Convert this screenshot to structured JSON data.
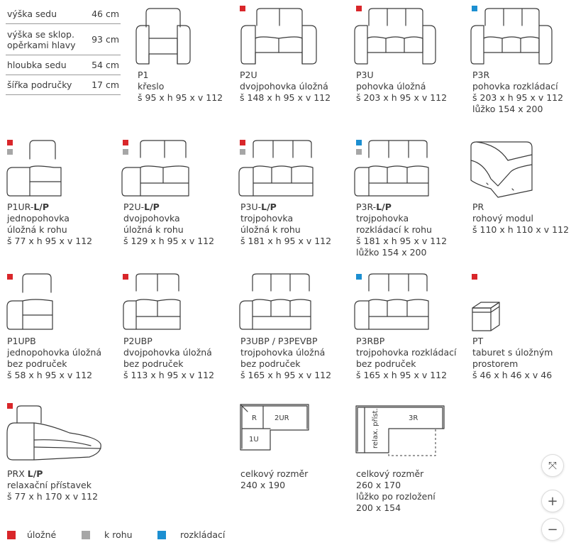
{
  "colors": {
    "uložné": "#d9262a",
    "k_rohu": "#a6a6a6",
    "rozkládací": "#1c8fd1"
  },
  "dimensions": [
    {
      "label": "výška sedu",
      "value": "46 cm"
    },
    {
      "label": "výška se sklop. opěrkami hlavy",
      "value": "93 cm"
    },
    {
      "label": "hloubka sedu",
      "value": "54 cm"
    },
    {
      "label": "šířka područky",
      "value": "17 cm"
    }
  ],
  "items": [
    {
      "code": "P1",
      "line1": "křeslo",
      "line2": "š 95 x h 95 x v 112",
      "line3": "",
      "markers": []
    },
    {
      "code": "P2U",
      "line1": "dvojpohovka úložná",
      "line2": "š 148 x h 95 x v 112",
      "line3": "",
      "markers": [
        "uložné"
      ]
    },
    {
      "code": "P3U",
      "line1": "pohovka úložná",
      "line2": "š 203 x h 95 x v 112",
      "line3": "",
      "markers": [
        "uložné"
      ]
    },
    {
      "code": "P3R",
      "line1": "pohovka rozkládací",
      "line2": "š 203 x h 95 x v 112",
      "line3": "lůžko 154 x 200",
      "markers": [
        "rozkládací"
      ]
    },
    {
      "code": "P1UR-",
      "code_suffix": "L/P",
      "line1": "jednopohovka",
      "line2": "úložná k rohu",
      "line3": "š 77 x h 95 x v 112",
      "markers": [
        "uložné",
        "k_rohu"
      ]
    },
    {
      "code": "P2U-",
      "code_suffix": "L/P",
      "line1": "dvojpohovka",
      "line2": "úložná k rohu",
      "line3": "š 129 x h 95 x v 112",
      "markers": [
        "uložné",
        "k_rohu"
      ]
    },
    {
      "code": "P3U-",
      "code_suffix": "L/P",
      "line1": "trojpohovka",
      "line2": "úložná k rohu",
      "line3": "š 181 x h 95 x v 112",
      "markers": [
        "uložné",
        "k_rohu"
      ]
    },
    {
      "code": "P3R-",
      "code_suffix": "L/P",
      "line1": "trojpohovka",
      "line2": "rozkládací k rohu",
      "line3": "š 181 x h 95 x v 112",
      "line4": "lůžko 154 x 200",
      "markers": [
        "rozkládací",
        "k_rohu"
      ]
    },
    {
      "code": "PR",
      "line1": "rohový modul",
      "line2": "š 110 x h 110 x v 112",
      "line3": "",
      "markers": []
    },
    {
      "code": "P1UPB",
      "line1": "jednopohovka úložná",
      "line2": "bez područek",
      "line3": "š 58 x h 95 x v 112",
      "markers": [
        "uložné"
      ]
    },
    {
      "code": "P2UBP",
      "line1": "dvojpohovka úložná",
      "line2": "bez područek",
      "line3": "š 113 x h 95 x v 112",
      "markers": [
        "uložné"
      ]
    },
    {
      "code": "P3UBP / P3PEVBP",
      "line1": "trojpohovka úložná",
      "line2": "bez područek",
      "line3": "š 165 x h 95 x v 112",
      "markers": []
    },
    {
      "code": "P3RBP",
      "line1": "trojpohovka rozkládací",
      "line2": "bez područek",
      "line3": "š 165 x h 95 x v 112",
      "markers": [
        "rozkládací"
      ]
    },
    {
      "code": "PT",
      "line1": "taburet s úložným",
      "line2": "prostorem",
      "line3": "š 46 x h 46 x v 46",
      "markers": [
        "uložné"
      ]
    },
    {
      "code": "PRX ",
      "code_suffix": "L/P",
      "line1": "relaxační přístavek",
      "line2": "š 77 x h 170 x v 112",
      "line3": "",
      "markers": [
        "uložné"
      ]
    }
  ],
  "layouts": [
    {
      "line1": "celkový rozměr",
      "line2": "240 x 190",
      "line3": "",
      "line4": "",
      "labels": [
        "R",
        "2UR",
        "1U"
      ]
    },
    {
      "line1": "celkový rozměr",
      "line2": "260 x 170",
      "line3": "lůžko po rozložení",
      "line4": "200 x 154",
      "labels": [
        "relax. příst.",
        "3R"
      ]
    }
  ],
  "legend": [
    {
      "label": "úložné",
      "color": "#d9262a"
    },
    {
      "label": "k rohu",
      "color": "#a6a6a6"
    },
    {
      "label": "rozkládací",
      "color": "#1c8fd1"
    }
  ],
  "zoom": {
    "fit": "⤧",
    "plus": "+",
    "minus": "−"
  }
}
